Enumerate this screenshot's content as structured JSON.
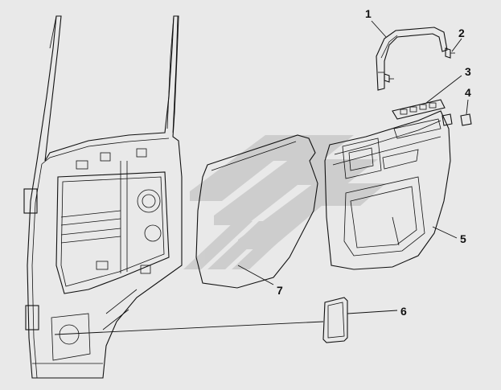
{
  "diagram": {
    "colors": {
      "background": "#e9e9e9",
      "line": "#111111",
      "watermark": "#c9c9c9",
      "panel_fill": "#f4f4f4"
    },
    "callouts": [
      {
        "id": "c1",
        "label": "1"
      },
      {
        "id": "c2",
        "label": "2"
      },
      {
        "id": "c3",
        "label": "3"
      },
      {
        "id": "c4",
        "label": "4"
      },
      {
        "id": "c5",
        "label": "5"
      },
      {
        "id": "c6",
        "label": "6"
      },
      {
        "id": "c7",
        "label": "7"
      }
    ],
    "parts": [
      {
        "ref": "1",
        "icon": "grab-handle"
      },
      {
        "ref": "2",
        "icon": "screws"
      },
      {
        "ref": "3",
        "icon": "window-switch-panel"
      },
      {
        "ref": "4",
        "icon": "cap"
      },
      {
        "ref": "5",
        "icon": "door-trim-panel"
      },
      {
        "ref": "6",
        "icon": "speaker-cover"
      },
      {
        "ref": "7",
        "icon": "water-shield-film"
      }
    ]
  }
}
